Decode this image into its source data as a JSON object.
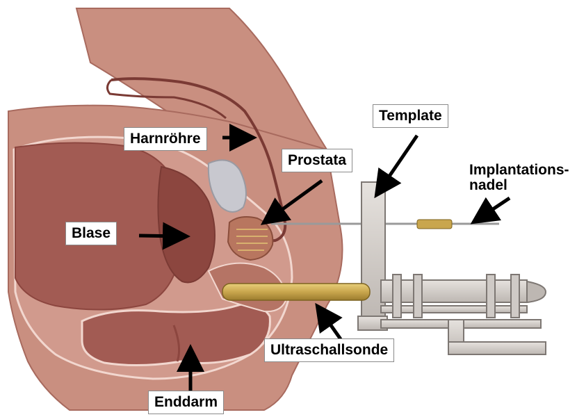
{
  "labels": {
    "harnroehre": "Harnröhre",
    "prostata": "Prostata",
    "template": "Template",
    "implant_line1": "Implantations-",
    "implant_line2": "nadel",
    "blase": "Blase",
    "ultraschall": "Ultraschallsonde",
    "enddarm": "Enddarm"
  },
  "colors": {
    "skin": "#c98f80",
    "skin_dark": "#b57465",
    "tissue": "#d9a095",
    "organ": "#a25b53",
    "organ_dark": "#8c463f",
    "bone": "#c8c8cf",
    "probe": "#c9a64d",
    "device": "#d4cfcb",
    "device_edge": "#7d7773",
    "arrow": "#000000"
  }
}
